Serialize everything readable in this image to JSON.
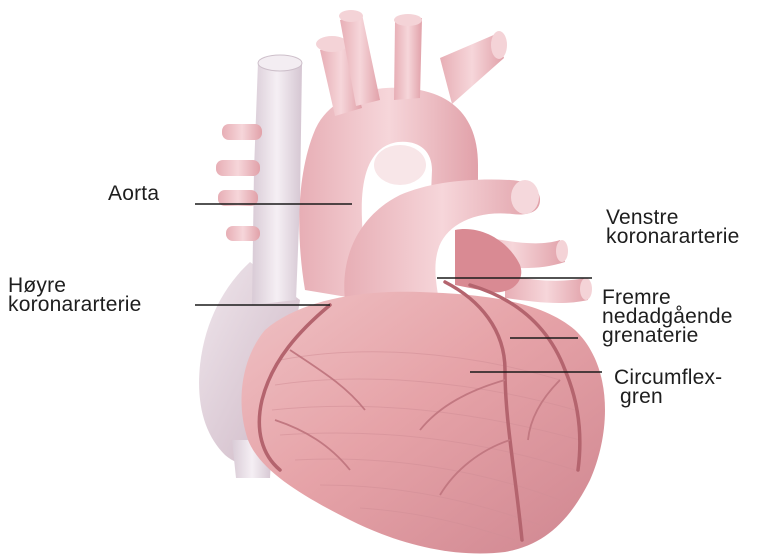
{
  "labels": {
    "aorta": [
      "Aorta"
    ],
    "right_coronary": [
      "Høyre",
      "koronararterie"
    ],
    "left_coronary": [
      "Venstre",
      "koronararterie"
    ],
    "anterior_descending": [
      "Fremre",
      "nedadgående",
      "grenaterie"
    ],
    "circumflex": [
      "Circumflex-",
      "gren"
    ]
  },
  "colors": {
    "muscle": "#e6a3a8",
    "muscle_shadow": "#c97d86",
    "vessel": "#f0c6cb",
    "vein": "#ece3ea",
    "artery_line": "#b4646e",
    "leader": "#1a1a1a",
    "text": "#1e1e1e"
  }
}
